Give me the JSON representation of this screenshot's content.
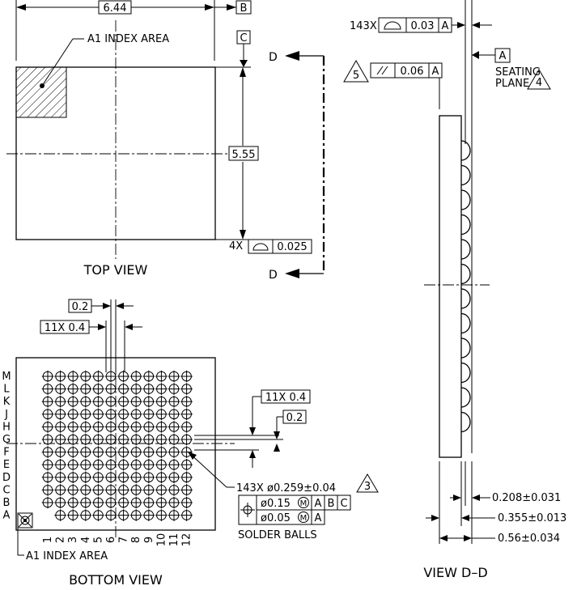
{
  "top_view": {
    "width_dim": "6.44",
    "datum_b": "B",
    "datum_c": "C",
    "height_dim": "5.55",
    "a1_label": "A1 INDEX AREA",
    "flatness_count": "4X",
    "flatness_value": "0.025",
    "title": "TOP VIEW",
    "section_label_top": "D",
    "section_label_bottom": "D"
  },
  "bottom_view": {
    "pitch_offset": "0.2",
    "pitch_x": "11X 0.4",
    "pitch_y": "11X 0.4",
    "pitch_offset_y": "0.2",
    "rows": [
      "M",
      "L",
      "K",
      "J",
      "H",
      "G",
      "F",
      "E",
      "D",
      "C",
      "B",
      "A"
    ],
    "cols": [
      "1",
      "2",
      "3",
      "4",
      "5",
      "6",
      "7",
      "8",
      "9",
      "10",
      "11",
      "12"
    ],
    "ball_callout_count": "143X",
    "ball_callout_dia": "ø0.259±0.04",
    "ball_callout_note": "3",
    "fcf_row1_tol": "ø0.15",
    "fcf_row1_d1": "A",
    "fcf_row1_d2": "B",
    "fcf_row1_d3": "C",
    "fcf_row2_tol": "ø0.05",
    "fcf_row2_d1": "A",
    "fcf_symbol_mmc": "M",
    "solder_label": "SOLDER BALLS",
    "a1_label": "A1 INDEX AREA",
    "title": "BOTTOM VIEW"
  },
  "section_view": {
    "coplanarity_count": "143X",
    "coplanarity_value": "0.03",
    "coplanarity_datum": "A",
    "parallel_note": "5",
    "parallel_value": "0.06",
    "parallel_datum": "A",
    "datum_a": "A",
    "seating_line1": "SEATING",
    "seating_line2": "PLANE",
    "seating_note": "4",
    "dim_standoff": "0.208±0.031",
    "dim_substrate": "0.355±0.013",
    "dim_total": "0.56±0.034",
    "title": "VIEW D–D"
  }
}
